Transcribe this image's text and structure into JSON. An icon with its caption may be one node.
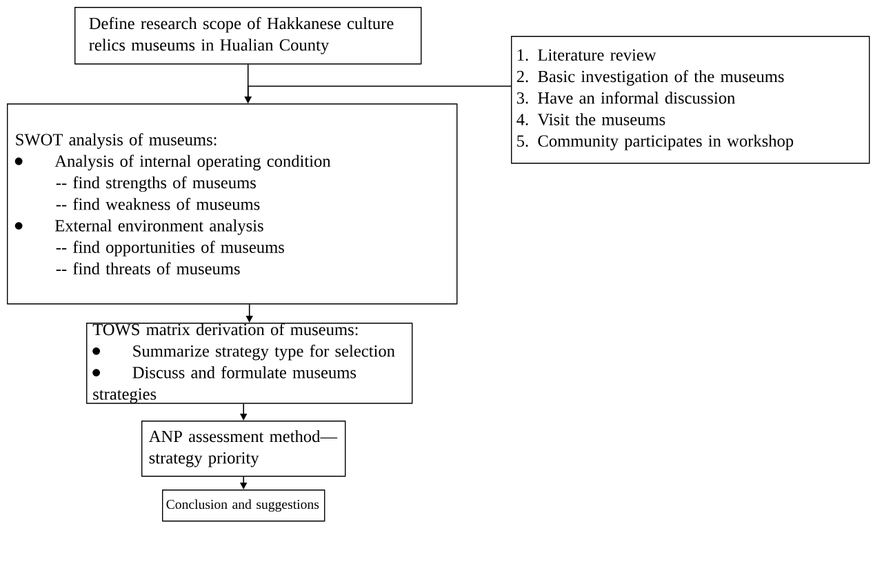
{
  "diagram": {
    "nodes": [
      {
        "text": [
          "Define research scope of Hakkanese culture relics museums in Hualian County"
        ]
      },
      {
        "text": [
          "1. Literature review",
          "2. Basic investigation of the museums",
          "3. Have an informal discussion",
          "4. Visit the museums",
          "5. Community participates in workshop"
        ]
      },
      {
        "text": [
          "SWOT analysis of museums:",
          "Analysis of internal operating condition",
          "-- find strengths of museums",
          "-- find weakness of museums",
          "External environment analysis",
          "-- find opportunities of museums",
          "-- find threats of museums"
        ]
      },
      {
        "text": [
          "TOWS matrix derivation of museums:",
          "Summarize strategy type for selection",
          "Discuss and formulate museums strategies"
        ]
      },
      {
        "text": [
          "ANP assessment method— strategy priority"
        ]
      },
      {
        "text": [
          "Conclusion and suggestions"
        ]
      }
    ],
    "edges": [
      {
        "from": 0,
        "to": 2,
        "arrow": "to"
      },
      {
        "from": 1,
        "to": 2,
        "arrow": "to"
      },
      {
        "from": 2,
        "to": 3,
        "arrow": "to"
      },
      {
        "from": 3,
        "to": 4,
        "arrow": "to"
      },
      {
        "from": 4,
        "to": 5,
        "arrow": "to"
      }
    ]
  }
}
